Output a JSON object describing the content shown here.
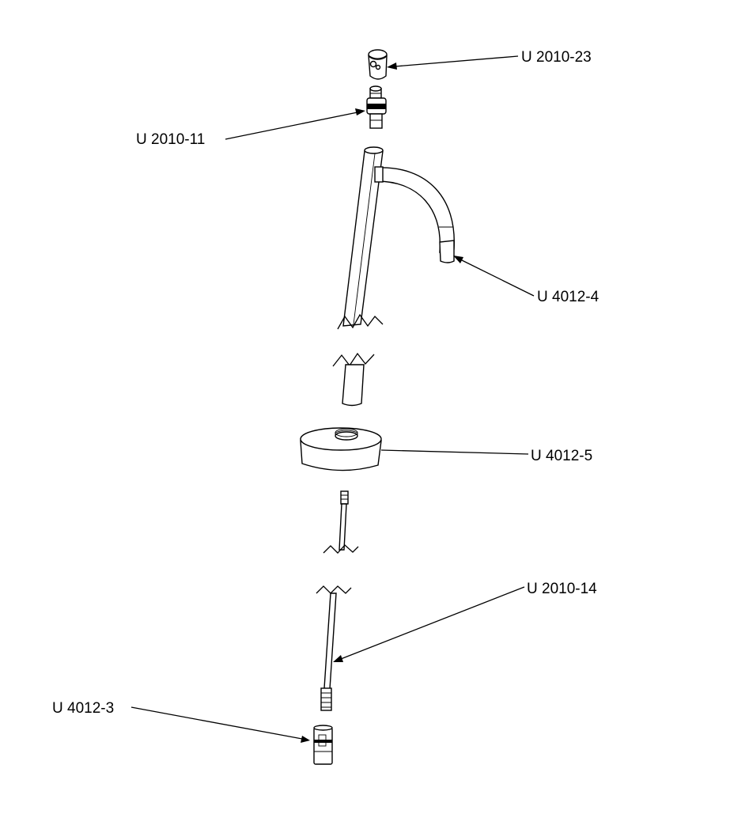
{
  "diagram": {
    "labels": {
      "u2010_23": "U 2010-23",
      "u2010_11": "U 2010-11",
      "u4012_4": "U 4012-4",
      "u4012_5": "U 4012-5",
      "u2010_14": "U 2010-14",
      "u4012_3": "U 4012-3"
    }
  }
}
